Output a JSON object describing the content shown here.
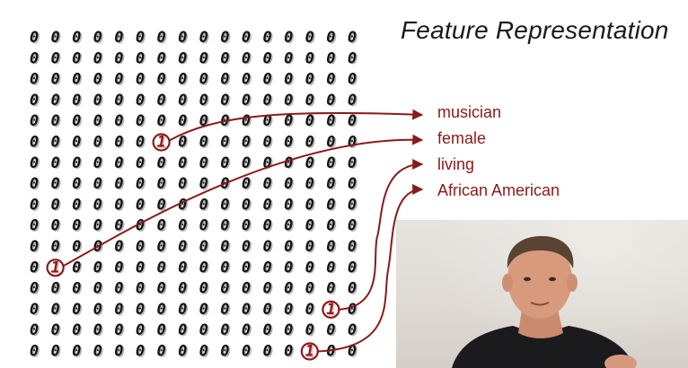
{
  "slide": {
    "title": "Feature Representation",
    "colors": {
      "accent": "#8b1a1a",
      "digit": "#111111",
      "digit_shadow": "#b5b5b5",
      "background": "#ffffff"
    }
  },
  "grid": {
    "rows": 16,
    "cols": 16,
    "zero_digit": "0",
    "one_digit": "1",
    "ones": [
      {
        "row": 5,
        "col": 6
      },
      {
        "row": 11,
        "col": 1
      },
      {
        "row": 13,
        "col": 14
      },
      {
        "row": 15,
        "col": 13
      }
    ]
  },
  "features": [
    {
      "label": "musician"
    },
    {
      "label": "female"
    },
    {
      "label": "living"
    },
    {
      "label": "African American"
    }
  ],
  "video": {
    "icon": "presenter-video-thumbnail"
  }
}
